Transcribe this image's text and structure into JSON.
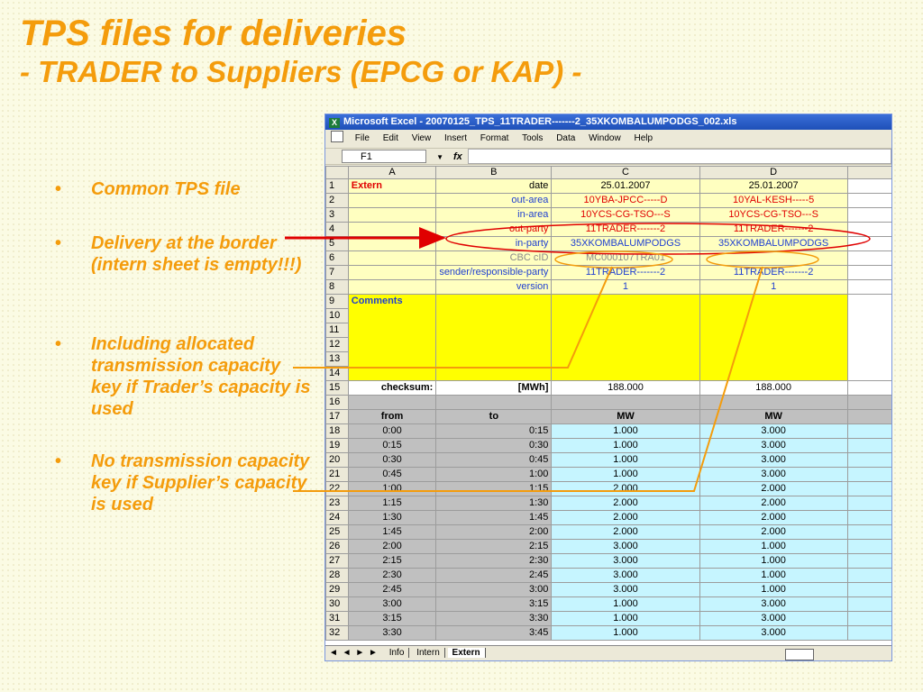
{
  "slide": {
    "title_line1": "TPS files for deliveries",
    "title_line2": "- TRADER to Suppliers (EPCG or KAP) -",
    "bullet_char": "•",
    "bullets": [
      "Common TPS file",
      "Delivery at the border (intern sheet is empty!!!)",
      "Including allocated transmission capacity key if Trader’s capacity is used",
      "No transmission capacity key if Supplier’s capacity is used"
    ]
  },
  "excel": {
    "window_title": "Microsoft Excel - 20070125_TPS_11TRADER-------2_35XKOMBALUMPODGS_002.xls",
    "app_icon": "X",
    "menu": [
      "File",
      "Edit",
      "View",
      "Insert",
      "Format",
      "Tools",
      "Data",
      "Window",
      "Help"
    ],
    "name_box": "F1",
    "fx_symbol": "fx",
    "columns": [
      "A",
      "B",
      "C",
      "D"
    ],
    "header_rows": [
      {
        "n": "1",
        "a": "Extern",
        "b": "date",
        "c": "25.01.2007",
        "d": "25.01.2007"
      },
      {
        "n": "2",
        "a": "",
        "b": "out-area",
        "c": "10YBA-JPCC-----D",
        "d": "10YAL-KESH-----5"
      },
      {
        "n": "3",
        "a": "",
        "b": "in-area",
        "c": "10YCS-CG-TSO---S",
        "d": "10YCS-CG-TSO---S"
      },
      {
        "n": "4",
        "a": "",
        "b": "out-party",
        "c": "11TRADER-------2",
        "d": "11TRADER-------2"
      },
      {
        "n": "5",
        "a": "",
        "b": "in-party",
        "c": "35XKOMBALUMPODGS",
        "d": "35XKOMBALUMPODGS"
      },
      {
        "n": "6",
        "a": "",
        "b": "CBC cID",
        "c": "MC000107TRA01",
        "d": ""
      },
      {
        "n": "7",
        "a": "",
        "b": "sender/responsible-party",
        "c": "11TRADER-------2",
        "d": "11TRADER-------2"
      },
      {
        "n": "8",
        "a": "",
        "b": "version",
        "c": "1",
        "d": "1"
      }
    ],
    "comments_label": "Comments",
    "comment_row_numbers": [
      "9",
      "10",
      "11",
      "12",
      "13",
      "14"
    ],
    "checksum_row": {
      "n": "15",
      "a": "checksum:",
      "b": "[MWh]",
      "c": "188.000",
      "d": "188.000"
    },
    "blank_row_number": "16",
    "units_row": {
      "n": "17",
      "a": "from",
      "b": "to",
      "c": "MW",
      "d": "MW"
    },
    "data_rows": [
      {
        "n": "18",
        "from": "0:00",
        "to": "0:15",
        "c": "1.000",
        "d": "3.000"
      },
      {
        "n": "19",
        "from": "0:15",
        "to": "0:30",
        "c": "1.000",
        "d": "3.000"
      },
      {
        "n": "20",
        "from": "0:30",
        "to": "0:45",
        "c": "1.000",
        "d": "3.000"
      },
      {
        "n": "21",
        "from": "0:45",
        "to": "1:00",
        "c": "1.000",
        "d": "3.000"
      },
      {
        "n": "22",
        "from": "1:00",
        "to": "1:15",
        "c": "2.000",
        "d": "2.000"
      },
      {
        "n": "23",
        "from": "1:15",
        "to": "1:30",
        "c": "2.000",
        "d": "2.000"
      },
      {
        "n": "24",
        "from": "1:30",
        "to": "1:45",
        "c": "2.000",
        "d": "2.000"
      },
      {
        "n": "25",
        "from": "1:45",
        "to": "2:00",
        "c": "2.000",
        "d": "2.000"
      },
      {
        "n": "26",
        "from": "2:00",
        "to": "2:15",
        "c": "3.000",
        "d": "1.000"
      },
      {
        "n": "27",
        "from": "2:15",
        "to": "2:30",
        "c": "3.000",
        "d": "1.000"
      },
      {
        "n": "28",
        "from": "2:30",
        "to": "2:45",
        "c": "3.000",
        "d": "1.000"
      },
      {
        "n": "29",
        "from": "2:45",
        "to": "3:00",
        "c": "3.000",
        "d": "1.000"
      },
      {
        "n": "30",
        "from": "3:00",
        "to": "3:15",
        "c": "1.000",
        "d": "3.000"
      },
      {
        "n": "31",
        "from": "3:15",
        "to": "3:30",
        "c": "1.000",
        "d": "3.000"
      },
      {
        "n": "32",
        "from": "3:30",
        "to": "3:45",
        "c": "1.000",
        "d": "3.000"
      }
    ],
    "sheet_nav": "◄ ◄ ► ►",
    "sheet_tabs": [
      "Info",
      "Intern",
      "Extern"
    ],
    "active_tab": "Extern"
  },
  "colors": {
    "title": "#f49c0c",
    "arrow": "#e00000",
    "callout": "#f49c0c",
    "cell_yellow": "#ffff00",
    "cell_cyan": "#c6f5ff"
  }
}
